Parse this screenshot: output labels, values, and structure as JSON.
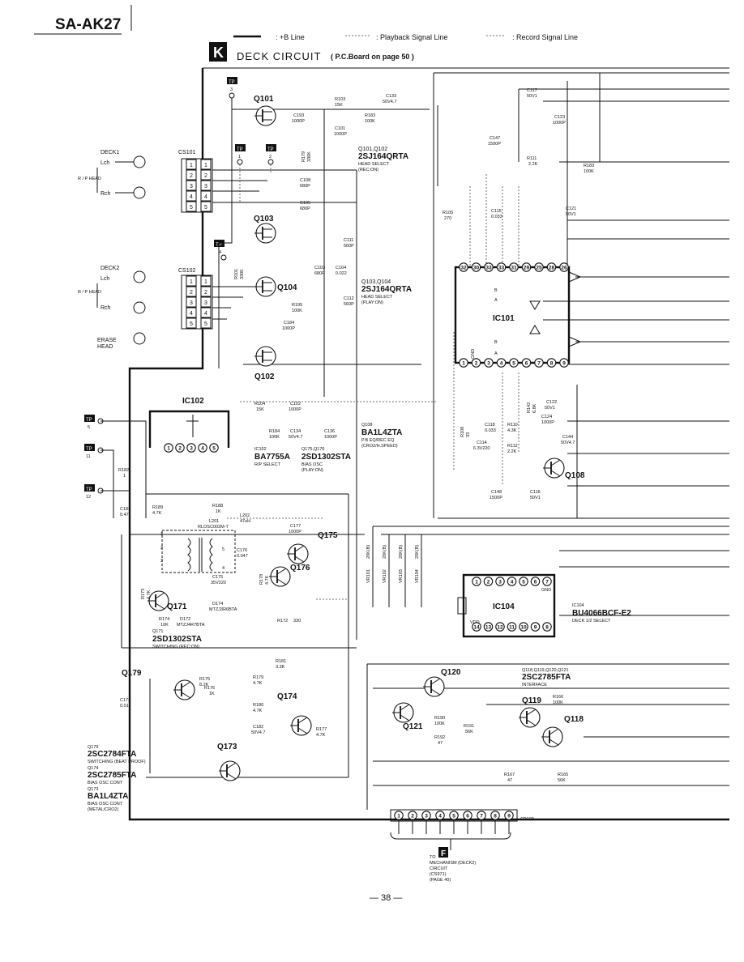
{
  "header": {
    "model": "SA-AK27",
    "legend_b": ": +B Line",
    "legend_play": ": Playback Signal Line",
    "legend_rec": ": Record Signal Line",
    "section_letter": "K",
    "section_title": "DECK CIRCUIT",
    "section_ref": "( P.C.Board on page 50 )"
  },
  "heads": {
    "deck1": "DECK1",
    "deck1_lch": "Lch",
    "deck1_rp": "R / P HEAD",
    "deck1_rch": "Rch",
    "deck2": "DECK2",
    "deck2_lch": "Lch",
    "deck2_rp": "R / P HEAD",
    "deck2_rch": "Rch",
    "erase": "ERASE",
    "erase_head": "HEAD",
    "cs101": "CS101",
    "cs102": "CS102"
  },
  "pins5": [
    "1",
    "2",
    "3",
    "4",
    "5"
  ],
  "tp": {
    "tp3": "3",
    "tp1": "1",
    "tp2": "2",
    "tp4": "4",
    "tp5": "5",
    "tp11": "11",
    "tp12": "12",
    "label": "TP"
  },
  "transistors": {
    "q101": "Q101",
    "q103": "Q103",
    "q104": "Q104",
    "q102": "Q102",
    "q175": "Q175",
    "q176": "Q176",
    "q171": "Q171",
    "q179": "Q179",
    "q174": "Q174",
    "q173": "Q173",
    "q120": "Q120",
    "q121": "Q121",
    "q119": "Q119",
    "q118": "Q118",
    "q108": "Q108"
  },
  "ics": {
    "ic101": "IC101",
    "ic102": "IC102",
    "ic104": "IC104",
    "gnd": "GND",
    "vdd": "VDD"
  },
  "notes": {
    "q101_102_a": "Q101,Q102",
    "q101_102_b": "2SJ164QRTA",
    "q101_102_c": "HEAD SELECT",
    "q101_102_d": "(REC:ON)",
    "q103_104_a": "Q103,Q104",
    "q103_104_b": "2SJ164QRTA",
    "q103_104_c": "HEAD SELECT",
    "q103_104_d": "(PLAY:ON)",
    "q108_a": "Q108",
    "q108_b": "BA1L4ZTA",
    "q108_c": "P.B EQ/REC EQ",
    "q108_d": "(CRO2/H.SPEED)",
    "ic102_a": "IC102",
    "ic102_b": "BA7755A",
    "ic102_c": "R/P SELECT",
    "q175_a": "Q175,Q176",
    "q175_b": "2SD1302STA",
    "q175_c": "BIAS OSC",
    "q175_d": "(PLAY:ON)",
    "q171_a": "Q171",
    "q171_b": "2SD1302STA",
    "q171_c": "SWITCHING (REC:ON)",
    "ic104_a": "IC104",
    "ic104_b": "BU4066BCF-E2",
    "ic104_c": "DECK 1/2 SELECT",
    "q118_a": "Q118,Q119,Q120,Q121",
    "q118_b": "2SC2785FTA",
    "q118_c": "INTERFACE",
    "q179_a": "Q179",
    "q179_b": "2SC2784FTA",
    "q179_c": "SWITCHING (BEAT PROOF)",
    "q174_a": "Q174",
    "q174_b": "2SC2785FTA",
    "q174_c": "BIAS OSC CONT",
    "q173_a": "Q173",
    "q173_b": "BA1L4ZTA",
    "q173_c": "BIAS OSC CONT",
    "q173_d": "(METAL/CRO2)"
  },
  "parts": {
    "r103": "R103",
    "r103v": "15K",
    "c133": "C133",
    "c133v": "50V4.7",
    "c193": "C193",
    "c193v": "1000P",
    "r183": "R183",
    "r183v": "100K",
    "c101": "C101",
    "c101v": "1000P",
    "r179": "R179",
    "r179v": "330K",
    "c108": "C108",
    "c108v": "680P",
    "c105": "C105",
    "c105v": "680P",
    "c111": "C111",
    "c111v": "560P",
    "r101": "R101",
    "r101v": "330K",
    "c103": "C103",
    "c103v": "680P",
    "c104": "C104",
    "c104v": "0.022",
    "c112": "C112",
    "c112v": "560P",
    "r195": "R195",
    "r195v": "100K",
    "c184": "C184",
    "c184v": "1000P",
    "r104": "R104",
    "r104v": "15K",
    "c102": "C102",
    "c102v": "1000P",
    "r184": "R184",
    "r184v": "100K",
    "c134": "C134",
    "c134v": "50V4.7",
    "c136": "C136",
    "c136v": "1000P",
    "r182": "R182",
    "r182v": "1",
    "c183": "C183",
    "c183v": "0.47",
    "r189": "R189",
    "r189v": "4.7K",
    "r188": "R188",
    "r188v": "1K",
    "l201": "L201",
    "l201v": "RLOSC002M-T",
    "l202": "L202",
    "l202v": "47uH",
    "c177": "C177",
    "c177v": "1000P",
    "c176": "C176",
    "c176v": "0.047",
    "c175": "C175",
    "c175v": "35V220",
    "r172": "R172",
    "r172v": "330",
    "d174": "D174",
    "d174v": "MTZJ3R6BTA",
    "r174": "R174",
    "r174v": "10K",
    "d172": "D172",
    "d172v": "MTZJ4R7BTA",
    "r173": "R173",
    "r173v": "4.7K",
    "r178": "R178",
    "r178v": "4.7K",
    "r181": "R181",
    "r181v": "3.3K",
    "r175": "R175",
    "r175v": "8.2K",
    "r176": "R176",
    "r176v": "1K",
    "c173": "C173",
    "c173v": "0.01",
    "r179b": "R179",
    "r179bv": "4.7K",
    "r180": "R180",
    "r180v": "4.7K",
    "c182": "C182",
    "c182v": "50V4.7",
    "r177": "R177",
    "r177v": "4.7K",
    "c117": "C117",
    "c117v": "50V1",
    "c123": "C123",
    "c123v": "1000P",
    "c147": "C147",
    "c147v": "1500P",
    "r111": "R111",
    "r111v": "2.2K",
    "r183b": "R183",
    "r183bv": "100K",
    "r105": "R105",
    "r105v": "270",
    "c115": "C115",
    "c115v": "0.033",
    "c121": "C121",
    "c121v": "50V1",
    "r108": "R108",
    "r108v": "33",
    "c118": "C118",
    "c118v": "0.033",
    "r110": "R110",
    "r110v": "4.3K",
    "c114": "C114",
    "c114v": "6.3V220",
    "r112": "R112",
    "r112v": "2.2K",
    "r142": "R142",
    "r142v": "6.8K",
    "c122": "C122",
    "c122v": "50V1",
    "c124": "C124",
    "c124v": "1000P",
    "c144": "C144",
    "c144v": "50V4.7",
    "c148": "C148",
    "c148v": "1500P",
    "c116": "C116",
    "c116v": "50V1",
    "r190": "R190",
    "r190v": "100K",
    "r191": "R191",
    "r191v": "56K",
    "r192": "R192",
    "r192v": "47",
    "r166": "R166",
    "r166v": "100K",
    "r167": "R167",
    "r167v": "47",
    "r165": "R165",
    "r165v": "56K",
    "vr101": "VR101",
    "vr102": "VR102",
    "vr103": "VR103",
    "vr104": "VR104",
    "vr101v": "20K(B)",
    "vr102v": "20K(B)",
    "vr103v": "20K(B)",
    "vr104v": "20K(B)"
  },
  "ic101_pins_top": [
    "32",
    "30",
    "33",
    "33",
    "31",
    "29",
    "25",
    "28",
    "26"
  ],
  "ic101_pins_bottom": [
    "1",
    "2",
    "3",
    "4",
    "5",
    "6",
    "7",
    "8",
    "9"
  ],
  "ic101_side": {
    "a": "A",
    "b": "B"
  },
  "ic104_pins_top": [
    "1",
    "2",
    "3",
    "4",
    "5",
    "6",
    "7"
  ],
  "ic104_pins_bottom": [
    "14",
    "13",
    "12",
    "11",
    "10",
    "9",
    "8"
  ],
  "connector": {
    "name": "CP103",
    "pins": [
      "1",
      "2",
      "3",
      "4",
      "5",
      "6",
      "7",
      "8",
      "9"
    ],
    "to": "TO",
    "to_letter": "F",
    "dest1": "MECHANISM (DECK2)",
    "dest2": "CIRCUIT",
    "dest3": "(CS971)",
    "dest4": "(PAGE 40)"
  },
  "footer": {
    "page": "— 38 —"
  }
}
